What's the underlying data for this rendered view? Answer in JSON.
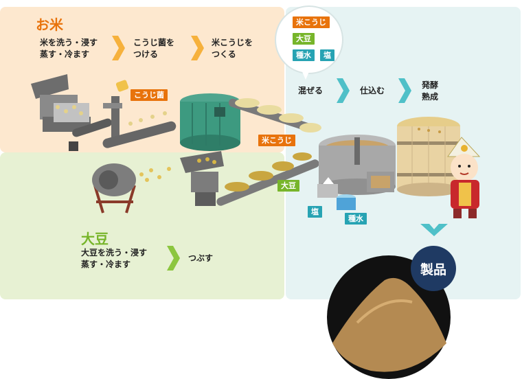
{
  "rice": {
    "title": "お米",
    "steps": [
      "米を洗う・浸す\n蒸す・冷ます",
      "こうじ菌を\nつける",
      "米こうじを\nつくる"
    ],
    "koji_tag": "こうじ菌",
    "rice_koji_tag": "米こうじ"
  },
  "soy": {
    "title": "大豆",
    "steps": [
      "大豆を洗う・浸す\n蒸す・冷ます",
      "つぶす"
    ],
    "soy_tag": "大豆"
  },
  "mix": {
    "bubble_tags": [
      "米こうじ",
      "大豆",
      "種水",
      "塩"
    ],
    "steps": [
      "混ぜる",
      "仕込む",
      "発酵\n熟成"
    ],
    "salt_tag": "塩",
    "water_tag": "種水"
  },
  "product": {
    "badge": "製品"
  },
  "colors": {
    "rice_panel": "#fde8cf",
    "soy_panel": "#e7f1d3",
    "mix_panel": "#e6f3f3",
    "rice_title": "#e8730c",
    "soy_title": "#77b52a",
    "arrow_orange": "#f6b13c",
    "arrow_green": "#8cc63f",
    "arrow_teal": "#4fc0c8",
    "badge": "#1f3a63"
  }
}
